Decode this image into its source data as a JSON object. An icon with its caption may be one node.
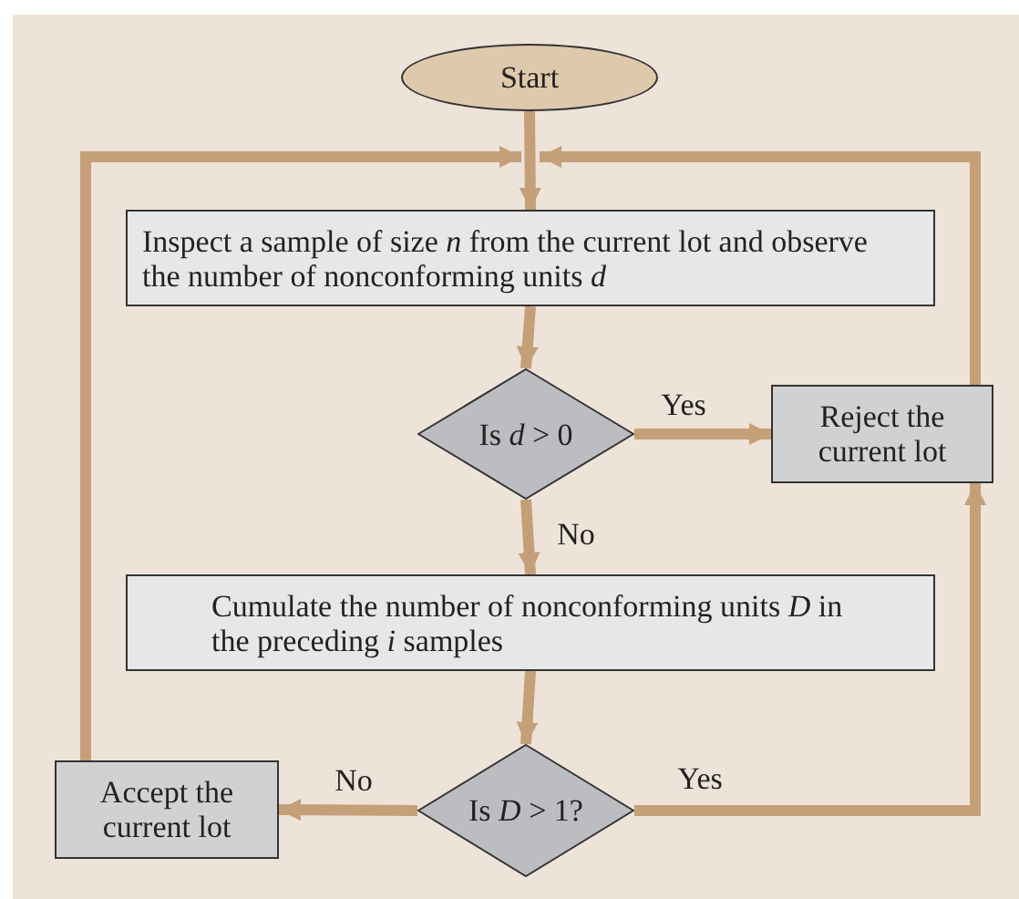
{
  "diagram": {
    "nodes": [
      {
        "text": [
          "Start"
        ]
      },
      {
        "text": [
          "Inspect a sample of size *n* from the current lot and observe the number of nonconforming units *d*"
        ]
      },
      {
        "text": [
          "Is *d* > 0"
        ]
      },
      {
        "text": [
          "Reject the current lot"
        ]
      },
      {
        "text": [
          "Cumulate the number of nonconforming units *D* in the preceding *i* samples"
        ]
      },
      {
        "text": [
          "Is *D* > 1?"
        ]
      },
      {
        "text": [
          "Accept the current lot"
        ]
      }
    ],
    "edges": [
      {
        "from": 0,
        "to": 1,
        "arrow": "to"
      },
      {
        "from": 1,
        "to": 2,
        "arrow": "to"
      },
      {
        "from": 2,
        "to": 3,
        "arrow": "to",
        "label": "Yes"
      },
      {
        "from": 2,
        "to": 4,
        "arrow": "to",
        "label": "No"
      },
      {
        "from": 4,
        "to": 5,
        "arrow": "to"
      },
      {
        "from": 5,
        "to": 6,
        "arrow": "to",
        "label": "No"
      },
      {
        "from": 5,
        "to": 3,
        "arrow": "to",
        "label": "Yes"
      },
      {
        "from": 6,
        "to": 1,
        "arrow": "to"
      },
      {
        "from": 3,
        "to": 1,
        "arrow": "to"
      }
    ]
  }
}
